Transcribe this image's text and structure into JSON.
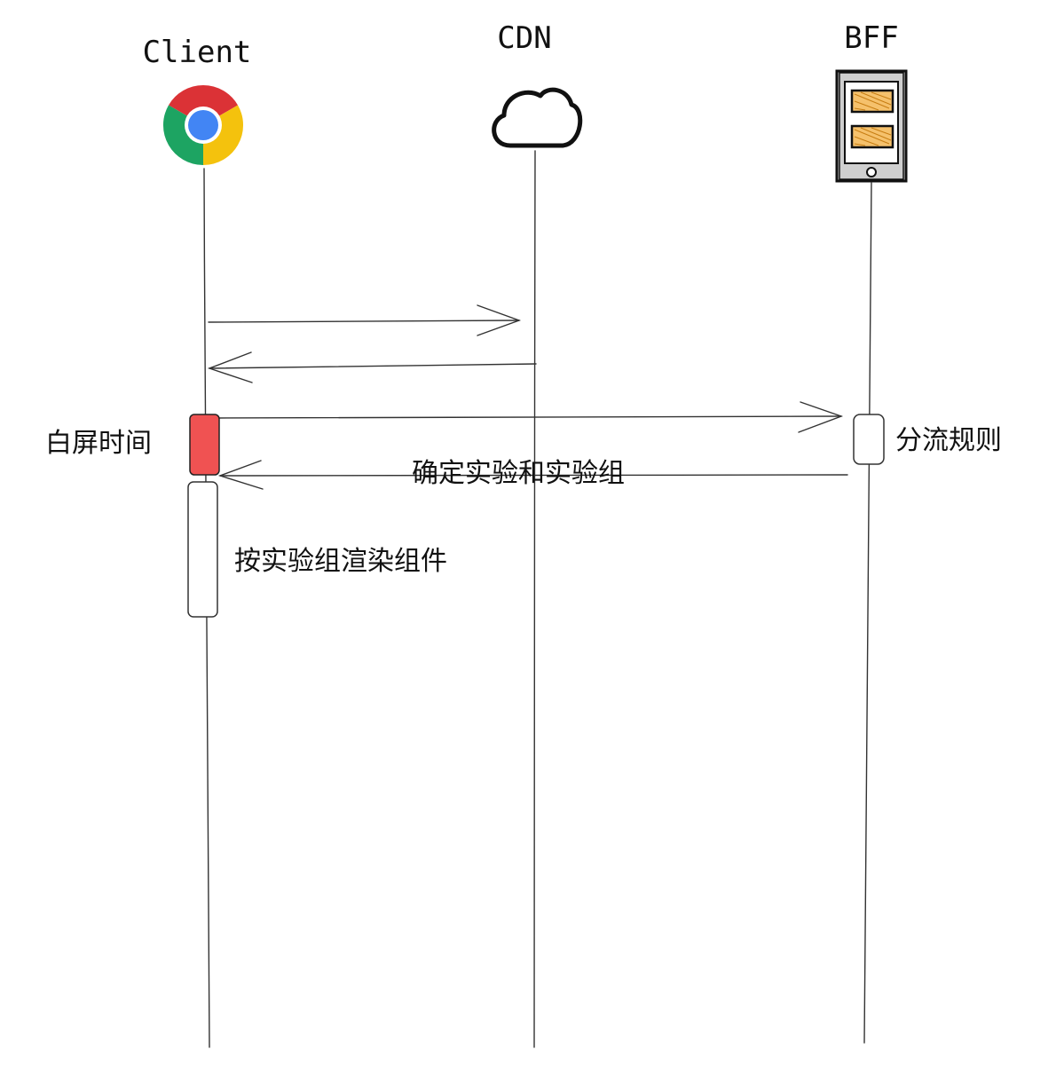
{
  "participants": {
    "client": {
      "label": "Client",
      "icon": "chrome-browser-icon"
    },
    "cdn": {
      "label": "CDN",
      "icon": "cloud-icon"
    },
    "bff": {
      "label": "BFF",
      "icon": "phone-device-icon"
    }
  },
  "notes": {
    "white_screen": "白屏时间",
    "split_rules": "分流规则",
    "determine_group": "确定实验和实验组",
    "render_by_group": "按实验组渲染组件"
  },
  "colors": {
    "white_screen_bar": "#f05252",
    "chrome_red": "#db3236",
    "chrome_green": "#1da462",
    "chrome_yellow": "#f4c20d",
    "chrome_blue": "#4285f4",
    "bff_card_fill": "#f5c16c"
  }
}
